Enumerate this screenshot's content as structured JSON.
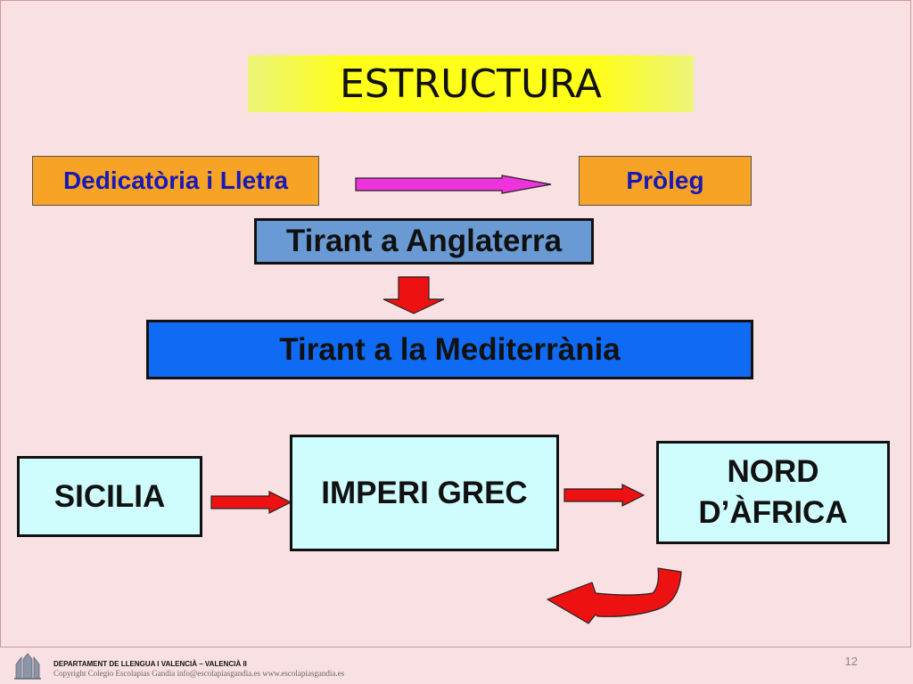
{
  "title": "ESTRUCTURA",
  "nodes": {
    "dedicatoria": "Dedicatòria i Lletra",
    "proleg": "Pròleg",
    "anglaterra": "Tirant a Anglaterra",
    "mediterrania": "Tirant a la Mediterrània",
    "sicilia": "SICILIA",
    "imperi_grec": "IMPERI GREC",
    "nord_africa_line1": "NORD",
    "nord_africa_line2": "D’ÀFRICA"
  },
  "colors": {
    "title_bg": "#ffff1a",
    "orange": "#f7a325",
    "orange_text": "#1919b5",
    "anglaterra_bg": "#699ad4",
    "mediterrania_bg": "#0f6af4",
    "cyan_bg": "#cffcfd",
    "arrow_magenta": "#ee33dd",
    "arrow_red": "#ee1111"
  },
  "footer": {
    "department": "DEPARTAMENT DE LLENGUA I VALENCIÀ – VALENCIÀ II",
    "copyright": "Copyright Colegio Escolapias Gandia  info@escolapiasgandia.es   www.escolapiasgandia.es",
    "page_number": "12"
  }
}
